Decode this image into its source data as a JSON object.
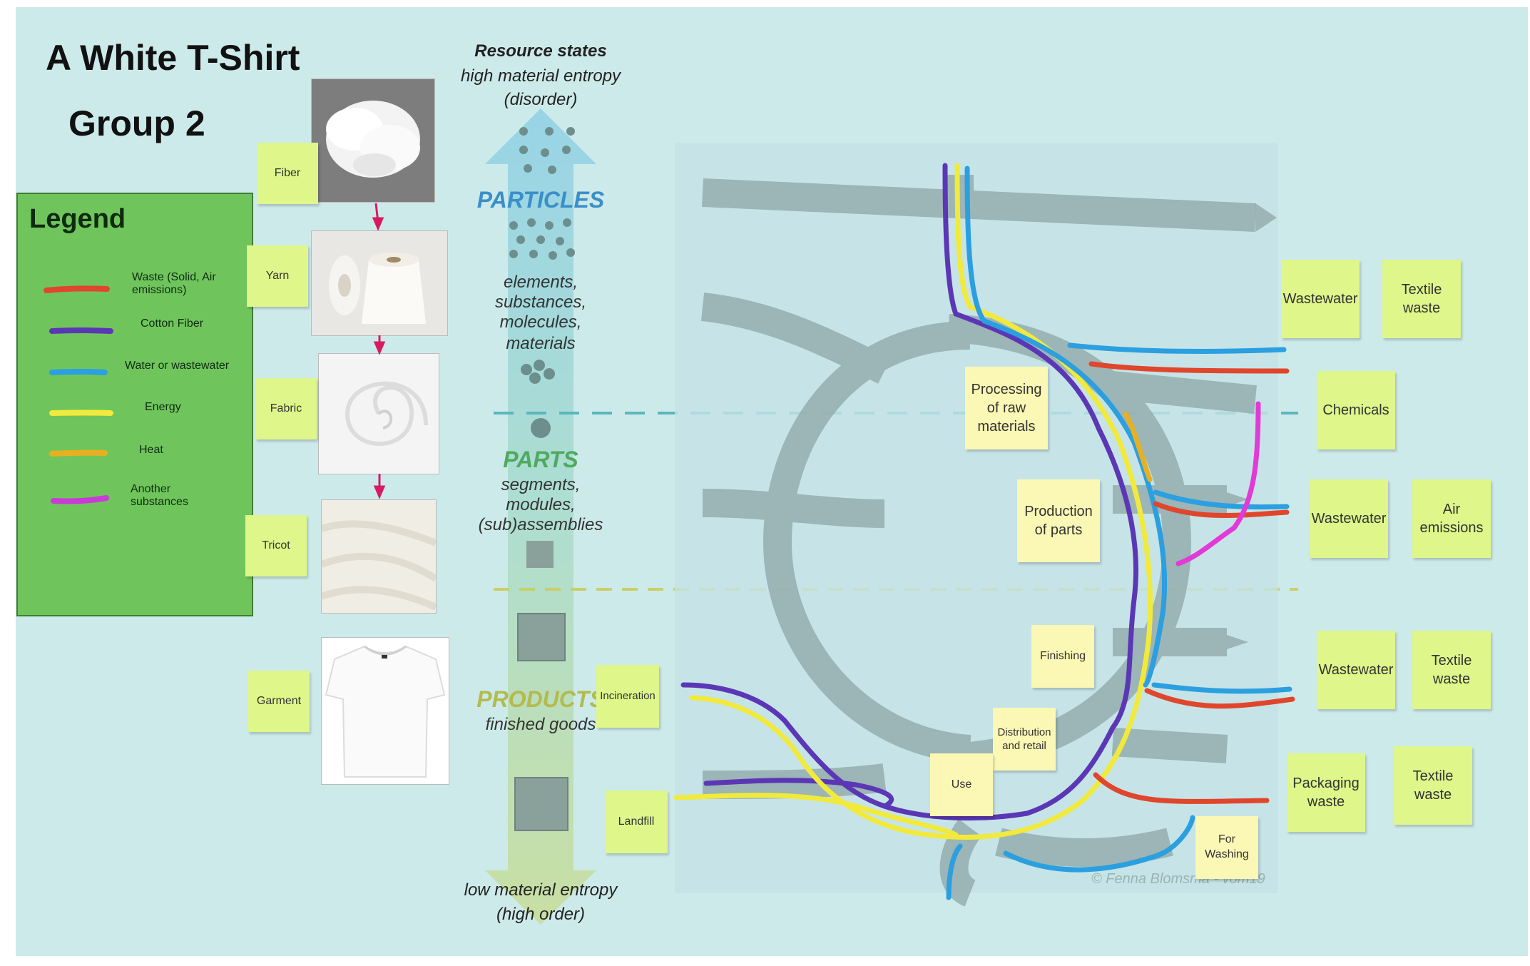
{
  "title": {
    "line1": "A White  T-Shirt",
    "line2": "Group 2"
  },
  "legend": {
    "title": "Legend",
    "items": [
      {
        "label": "Waste (Solid, Air emissions)",
        "color": "#e0462c"
      },
      {
        "label": "Cotton Fiber",
        "color": "#5b37b5"
      },
      {
        "label": "Water or wastewater",
        "color": "#2b9fe0"
      },
      {
        "label": "Energy",
        "color": "#f1ea3c"
      },
      {
        "label": "Heat",
        "color": "#e8b020"
      },
      {
        "label": "Another substances",
        "color": "#e23ad6"
      }
    ]
  },
  "stages": [
    "Fiber",
    "Yarn",
    "Fabric",
    "Tricot",
    "Garment"
  ],
  "resource_states": {
    "heading": "Resource states",
    "top_note": "high material entropy",
    "top_note2": "(disorder)",
    "particles": "PARTICLES",
    "particles_desc": [
      "elements,",
      "substances,",
      "molecules,",
      "materials"
    ],
    "parts": "PARTS",
    "parts_desc": [
      "segments,",
      "modules,",
      "(sub)assemblies"
    ],
    "products": "PRODUCTS",
    "products_desc": "finished goods",
    "bottom_note": "low material entropy",
    "bottom_note2": "(high order)"
  },
  "end_of_life": {
    "incineration": "Incineration",
    "landfill": "Landfill"
  },
  "process_steps": {
    "processing": "Processing of raw materials",
    "production": "Production of parts",
    "finishing": "Finishing",
    "distribution": "Distribution and retail",
    "use": "Use",
    "washing": "For Washing"
  },
  "outputs": {
    "wastewater_1": "Wastewater",
    "textile_waste_1": "Textile waste",
    "chemicals": "Chemicals",
    "wastewater_2": "Wastewater",
    "air_emissions": "Air emissions",
    "wastewater_3": "Wastewater",
    "textile_waste_2": "Textile waste",
    "packaging_waste": "Packaging waste",
    "textile_waste_3": "Textile waste"
  },
  "credit": "© Fenna Blomsma - vom19",
  "icons": {
    "arrow": "arrow-down-icon"
  }
}
